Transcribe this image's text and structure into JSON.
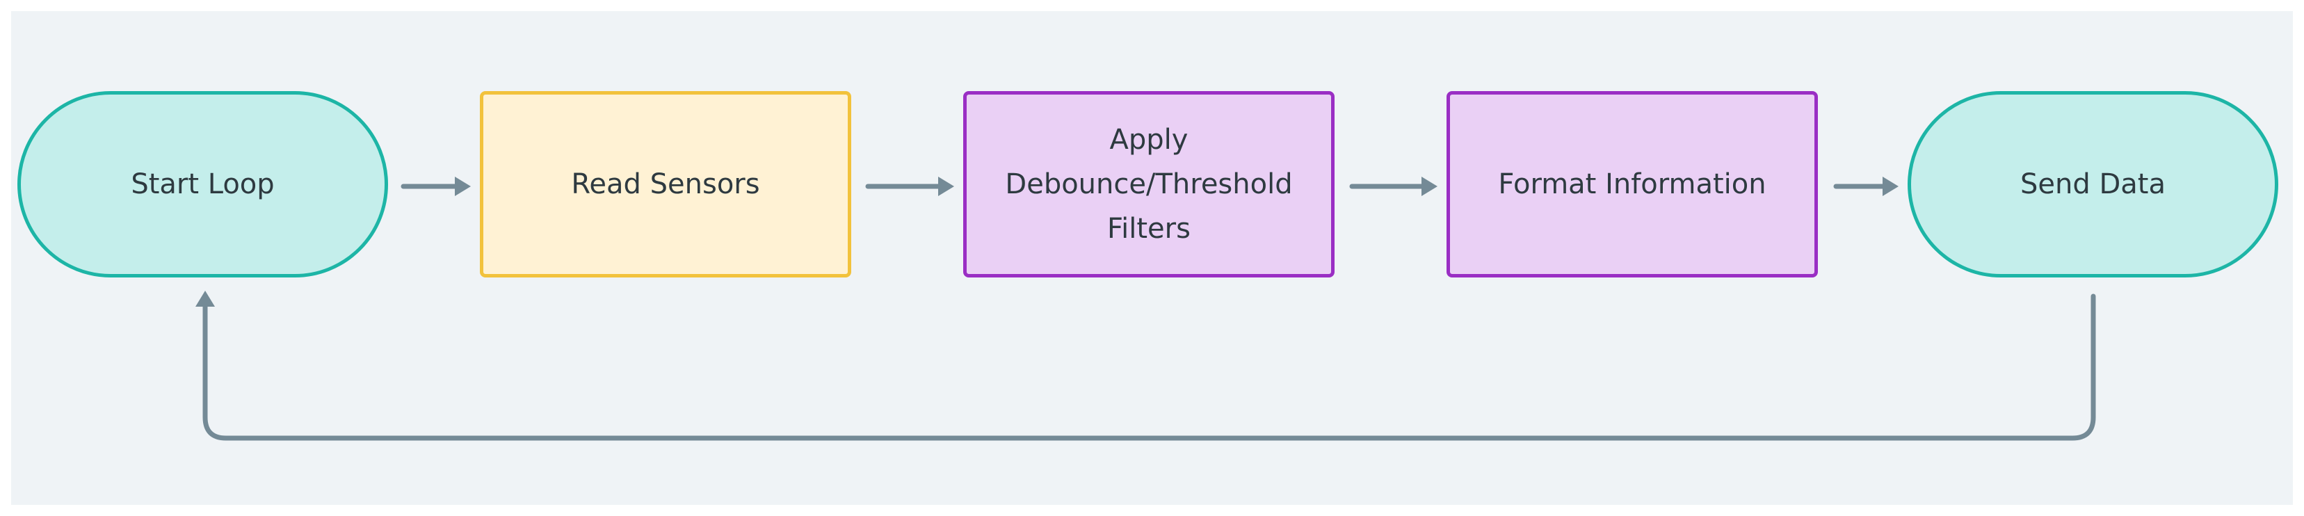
{
  "diagram": {
    "nodes": {
      "start": {
        "label": "Start Loop",
        "shape": "terminal"
      },
      "read": {
        "label": "Read Sensors",
        "shape": "process"
      },
      "filter": {
        "label": "Apply\nDebounce/Threshold\nFilters",
        "shape": "process"
      },
      "format": {
        "label": "Format Information",
        "shape": "process"
      },
      "send": {
        "label": "Send Data",
        "shape": "terminal"
      }
    },
    "edges": [
      {
        "from": "start",
        "to": "read"
      },
      {
        "from": "read",
        "to": "filter"
      },
      {
        "from": "filter",
        "to": "format"
      },
      {
        "from": "format",
        "to": "send"
      },
      {
        "from": "send",
        "to": "start",
        "routing": "loop-back"
      }
    ],
    "colors": {
      "background": "#eff3f6",
      "terminal_fill": "#c4eeeb",
      "terminal_border": "#1db5a6",
      "input_fill": "#fff2d4",
      "input_border": "#f2c23c",
      "process_fill": "#ead0f5",
      "process_border": "#9a2ec4",
      "connector": "#748a96",
      "text": "#2e3a40"
    }
  }
}
